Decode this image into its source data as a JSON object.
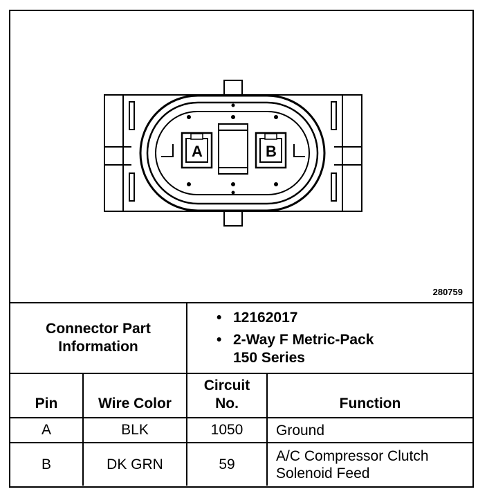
{
  "figure_id": "280759",
  "connector": {
    "pin_labels": [
      "A",
      "B"
    ]
  },
  "info": {
    "label_line1": "Connector Part",
    "label_line2": "Information",
    "items": [
      {
        "line1": "12162017",
        "line2": ""
      },
      {
        "line1": "2-Way F Metric-Pack",
        "line2": "150 Series"
      }
    ]
  },
  "table": {
    "headers": {
      "pin": "Pin",
      "wire_color": "Wire Color",
      "circuit_line1": "Circuit",
      "circuit_line2": "No.",
      "function": "Function"
    },
    "rows": [
      {
        "pin": "A",
        "wire_color": "BLK",
        "circuit": "1050",
        "function_line1": "Ground",
        "function_line2": ""
      },
      {
        "pin": "B",
        "wire_color": "DK GRN",
        "circuit": "59",
        "function_line1": "A/C Compressor Clutch",
        "function_line2": "Solenoid Feed"
      }
    ]
  }
}
